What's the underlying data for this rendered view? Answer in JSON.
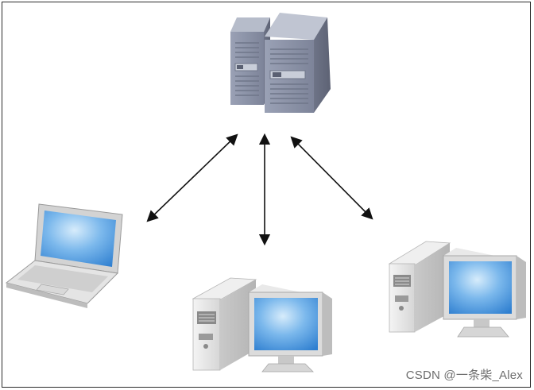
{
  "diagram": {
    "nodes": [
      {
        "id": "server",
        "icon": "server-tower-icon",
        "role": "central server"
      },
      {
        "id": "client-laptop",
        "icon": "laptop-icon"
      },
      {
        "id": "client-desktop-center",
        "icon": "desktop-computer-icon"
      },
      {
        "id": "client-desktop-right",
        "icon": "desktop-computer-icon"
      }
    ],
    "connections": [
      {
        "from": "server",
        "to": "client-laptop",
        "direction": "bidirectional"
      },
      {
        "from": "server",
        "to": "client-desktop-center",
        "direction": "bidirectional"
      },
      {
        "from": "server",
        "to": "client-desktop-right",
        "direction": "bidirectional"
      }
    ],
    "colors": {
      "server_body": "#8c93a8",
      "screen_blue": "#4f9be0",
      "case_gray": "#e6e6e6",
      "arrow": "#111111"
    }
  },
  "watermark": "CSDN @一条柴_Alex"
}
